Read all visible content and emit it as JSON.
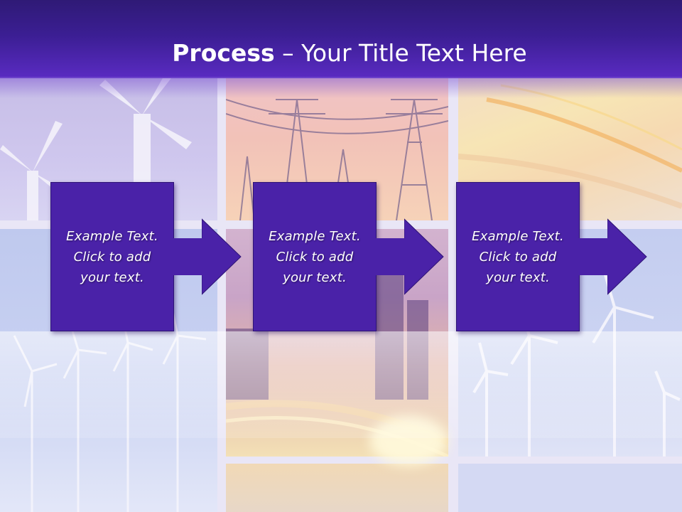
{
  "slide": {
    "title_bold": "Process",
    "title_rest": " – Your Title Text Here",
    "accent_color": "#4a22a8",
    "header_color": "#3b1e93"
  },
  "steps": [
    {
      "lines": [
        "Example Text.",
        "Click  to add",
        "your text."
      ]
    },
    {
      "lines": [
        "Example Text.",
        "Click  to add",
        "your text."
      ]
    },
    {
      "lines": [
        "Example Text.",
        "Click  to add",
        "your text."
      ]
    }
  ],
  "background": {
    "images": [
      "wind-turbines-image",
      "power-lines-image",
      "light-trails-image",
      "wind-farm-image",
      "city-night-image",
      "wind-turbines-image"
    ]
  }
}
